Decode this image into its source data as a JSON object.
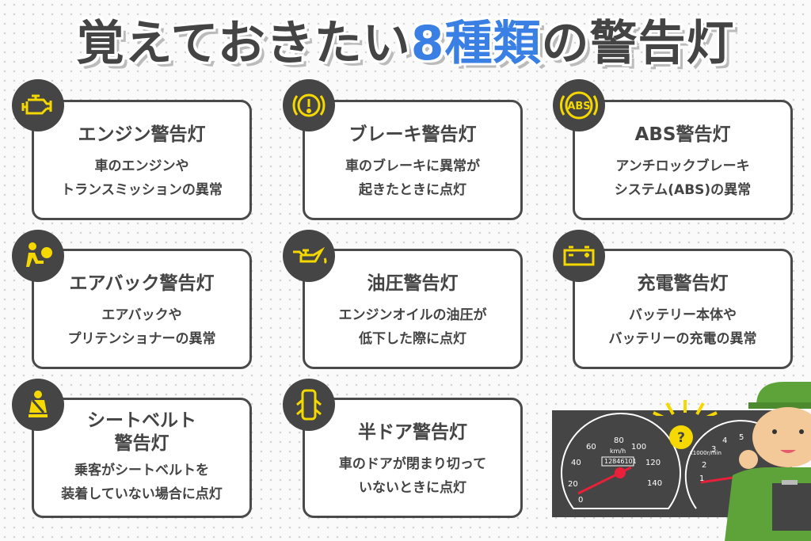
{
  "title": {
    "pre": "覚えておきたい",
    "highlight": "8種類",
    "post": "の警告灯"
  },
  "colors": {
    "accent": "#3a7fe3",
    "icon": "#f5d800",
    "dark": "#454545"
  },
  "cards": [
    {
      "icon": "engine-icon",
      "title": "エンジン警告灯",
      "lines": [
        "車のエンジンや",
        "トランスミッションの異常"
      ]
    },
    {
      "icon": "brake-icon",
      "title": "ブレーキ警告灯",
      "lines": [
        "車のブレーキに異常が",
        "起きたときに点灯"
      ]
    },
    {
      "icon": "abs-icon",
      "icon_text": "ABS",
      "title": "ABS警告灯",
      "lines": [
        "アンチロックブレーキ",
        "システム(ABS)の異常"
      ]
    },
    {
      "icon": "airbag-icon",
      "title": "エアバック警告灯",
      "lines": [
        "エアバックや",
        "プリテンショナーの異常"
      ]
    },
    {
      "icon": "oil-can-icon",
      "title": "油圧警告灯",
      "lines": [
        "エンジンオイルの油圧が",
        "低下した際に点灯"
      ]
    },
    {
      "icon": "battery-icon",
      "title": "充電警告灯",
      "lines": [
        "バッテリー本体や",
        "バッテリーの充電の異常"
      ]
    },
    {
      "icon": "seatbelt-icon",
      "title": "シートベルト\n警告灯",
      "title_lines": [
        "シートベルト",
        "警告灯"
      ],
      "lines": [
        "乗客がシートベルトを",
        "装着していない場合に点灯"
      ]
    },
    {
      "icon": "door-open-icon",
      "title": "半ドア警告灯",
      "lines": [
        "車のドアが閉まり切って",
        "いないときに点灯"
      ]
    }
  ],
  "dashboard": {
    "speed_ticks": [
      "0",
      "20",
      "40",
      "60",
      "80",
      "100",
      "120",
      "140"
    ],
    "unit": "km/h",
    "odometer": "12846101",
    "rpm_ticks": [
      "1",
      "2",
      "3",
      "4",
      "5"
    ],
    "rpm_unit": "x1000r/min",
    "question": "?"
  }
}
